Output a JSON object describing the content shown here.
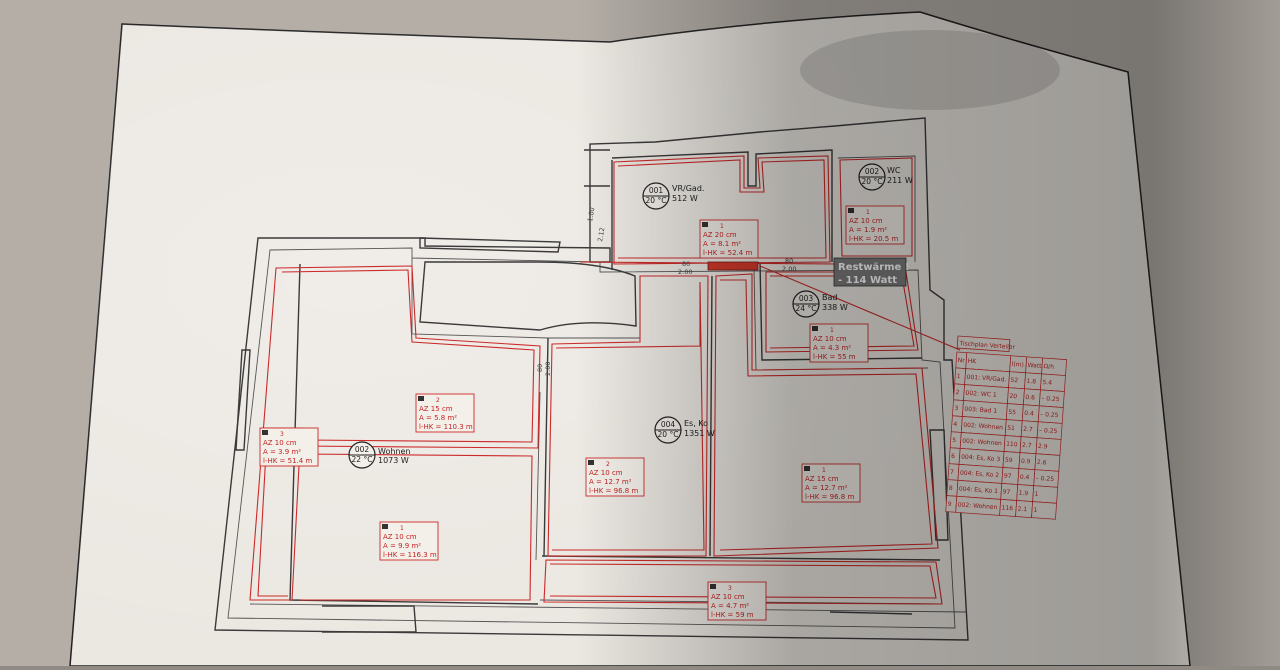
{
  "rooms": [
    {
      "id": "001",
      "name": "VR/Gad.",
      "temp": "20 °C",
      "power": "512 W"
    },
    {
      "id": "002",
      "name": "WC",
      "temp": "20 °C",
      "power": "211 W"
    },
    {
      "id": "003",
      "name": "Bad",
      "temp": "24 °C",
      "power": "338 W"
    },
    {
      "id": "004",
      "name": "Es, Ko",
      "temp": "20 °C",
      "power": "1351 W"
    },
    {
      "id": "002",
      "name": "Wohnen",
      "temp": "22 °C",
      "power": "1073 W"
    }
  ],
  "heating_circuits": [
    {
      "num": "1",
      "az": "AZ 20 cm",
      "area": "A = 8.1 m²",
      "lhk": "l-HK = 52.4 m"
    },
    {
      "num": "1",
      "az": "AZ 10 cm",
      "area": "A = 1.9 m²",
      "lhk": "l-HK = 20.5 m"
    },
    {
      "num": "1",
      "az": "AZ 10 cm",
      "area": "A = 4.3 m²",
      "lhk": "l-HK = 55 m"
    },
    {
      "num": "2",
      "az": "AZ 15 cm",
      "area": "A = 5.8 m²",
      "lhk": "l-HK = 110.3 m"
    },
    {
      "num": "3",
      "az": "AZ 10 cm",
      "area": "A = 3.9 m²",
      "lhk": "l-HK = 51.4 m"
    },
    {
      "num": "1",
      "az": "AZ 10 cm",
      "area": "A = 9.9 m²",
      "lhk": "l-HK = 116.3 m"
    },
    {
      "num": "2",
      "az": "AZ 10 cm",
      "area": "A = 12.7 m²",
      "lhk": "l-HK = 96.8 m"
    },
    {
      "num": "1",
      "az": "AZ 15 cm",
      "area": "A = 12.7 m²",
      "lhk": "l-HK = 96.8 m"
    },
    {
      "num": "3",
      "az": "AZ 10 cm",
      "area": "A = 4.7 m²",
      "lhk": "l-HK = 59 m"
    }
  ],
  "callout": {
    "line1": "Restwärme !",
    "line2": "- 114 Watt"
  },
  "dimensions": [
    "1.00",
    "2.12",
    "80",
    "2.00",
    "80",
    "2.00",
    "80",
    "2.00"
  ],
  "distributor_table": {
    "title": "Tischplan Verteiler",
    "headers": [
      "Nr",
      "HK",
      "l(m)",
      "Watt",
      "Ω/h"
    ],
    "rows": [
      [
        "1",
        "001: VR/Gad. 1",
        "52",
        "1.8",
        "5.4"
      ],
      [
        "2",
        "002: WC 1",
        "20",
        "0.6",
        "– 0.25"
      ],
      [
        "3",
        "003: Bad 1",
        "55",
        "0.4",
        "– 0.25"
      ],
      [
        "4",
        "002: Wohnen 3",
        "51",
        "2.7",
        "– 0.25"
      ],
      [
        "5",
        "002: Wohnen 2",
        "110",
        "2.7",
        "2.9"
      ],
      [
        "6",
        "004: Es, Ko 3",
        "59",
        "0.9",
        "2.6"
      ],
      [
        "7",
        "004: Es, Ko 2",
        "97",
        "0.4",
        "– 0.25"
      ],
      [
        "8",
        "004: Es, Ko 1",
        "97",
        "1.9",
        "1"
      ],
      [
        "9",
        "002: Wohnen 1",
        "116",
        "2.1",
        "1"
      ]
    ]
  },
  "colors": {
    "paper": "#ece8e2",
    "ink": "#2e2e2e",
    "red": "#cc2a2a",
    "callout_bg": "#7b7b7b"
  }
}
